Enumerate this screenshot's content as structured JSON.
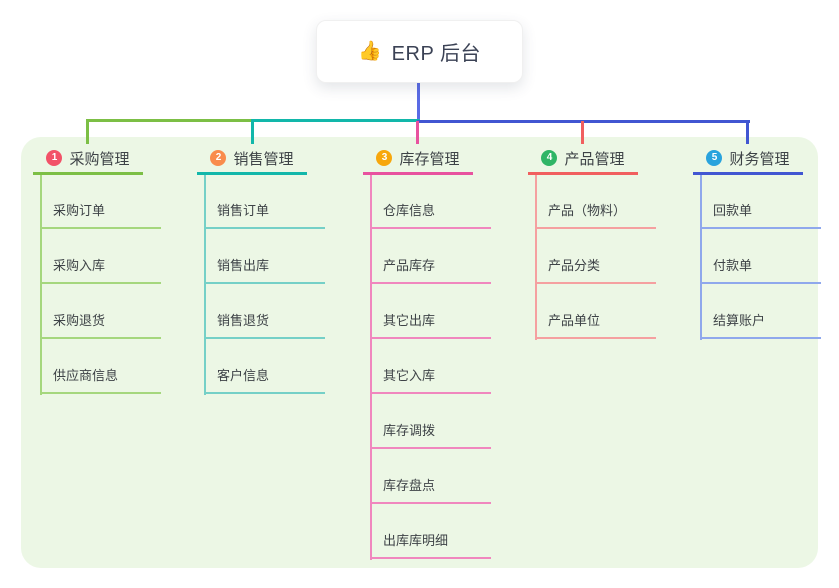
{
  "root": {
    "icon": "👍",
    "title": "ERP 后台"
  },
  "canvas": {
    "panel_color": "#ECF7E5",
    "stem_color": "#5A6BE5"
  },
  "branches": [
    {
      "badge": "1",
      "label": "采购管理",
      "badge_color": "#F25268",
      "color": "#7CBF45",
      "color_light": "#A5D77D",
      "children": [
        "采购订单",
        "采购入库",
        "采购退货",
        "供应商信息"
      ]
    },
    {
      "badge": "2",
      "label": "销售管理",
      "badge_color": "#F98C4C",
      "color": "#12B7AA",
      "color_light": "#75D0C7",
      "children": [
        "销售订单",
        "销售出库",
        "销售退货",
        "客户信息"
      ]
    },
    {
      "badge": "3",
      "label": "库存管理",
      "badge_color": "#F7A70C",
      "color": "#E8529F",
      "color_light": "#F087BE",
      "children": [
        "仓库信息",
        "产品库存",
        "其它出库",
        "其它入库",
        "库存调拨",
        "库存盘点",
        "出库库明细"
      ]
    },
    {
      "badge": "4",
      "label": "产品管理",
      "badge_color": "#2FB566",
      "color": "#F15F5F",
      "color_light": "#F5A0A0",
      "children": [
        "产品（物料）",
        "产品分类",
        "产品单位"
      ]
    },
    {
      "badge": "5",
      "label": "财务管理",
      "badge_color": "#29A3DD",
      "color": "#4156D2",
      "color_light": "#8FA8EC",
      "children": [
        "回款单",
        "付款单",
        "结算账户"
      ]
    }
  ]
}
